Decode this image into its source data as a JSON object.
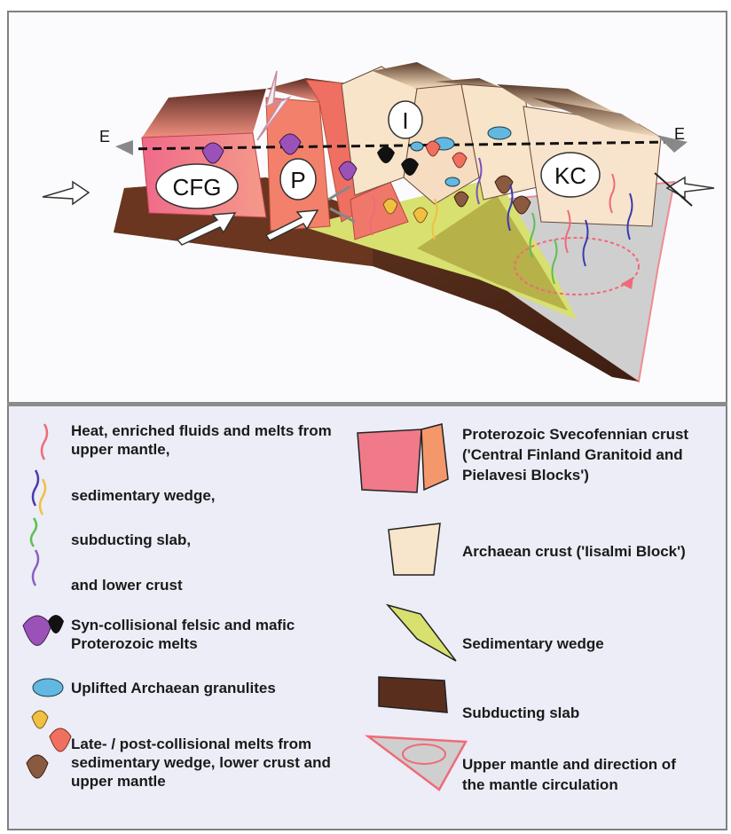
{
  "diagram": {
    "labels": {
      "cfg": "CFG",
      "p": "P",
      "i": "I",
      "kc": "KC",
      "e_left": "E",
      "e_right": "E"
    }
  },
  "legend": {
    "left": {
      "heat": "Heat, enriched fluids and melts from upper mantle,",
      "sedimentary_wedge": "sedimentary wedge,",
      "subducting_slab": "subducting slab,",
      "lower_crust": "and lower crust",
      "syn_collisional": "Syn-collisional felsic and mafic Proterozoic melts",
      "granulites": "Uplifted Archaean granulites",
      "late_post": "Late- / post-collisional melts from sedimentary wedge, lower crust and upper mantle"
    },
    "right": {
      "proterozoic": "Proterozoic Svecofennian crust ('Central Finland Granitoid and Pielavesi Blocks')",
      "archaean": "Archaean crust ('Iisalmi Block')",
      "sed_wedge": "Sedimentary wedge",
      "slab": "Subducting slab",
      "mantle": "Upper mantle and direction of the  mantle circulation"
    }
  },
  "colors": {
    "proterozoic": "#f07a8a",
    "archaean": "#f8e6cc",
    "sedimentary": "#d8e070",
    "slab": "#5a2e1c",
    "mantle": "#cfcfcf",
    "felsic": "#9a52b8",
    "granulite": "#62b8e0"
  }
}
